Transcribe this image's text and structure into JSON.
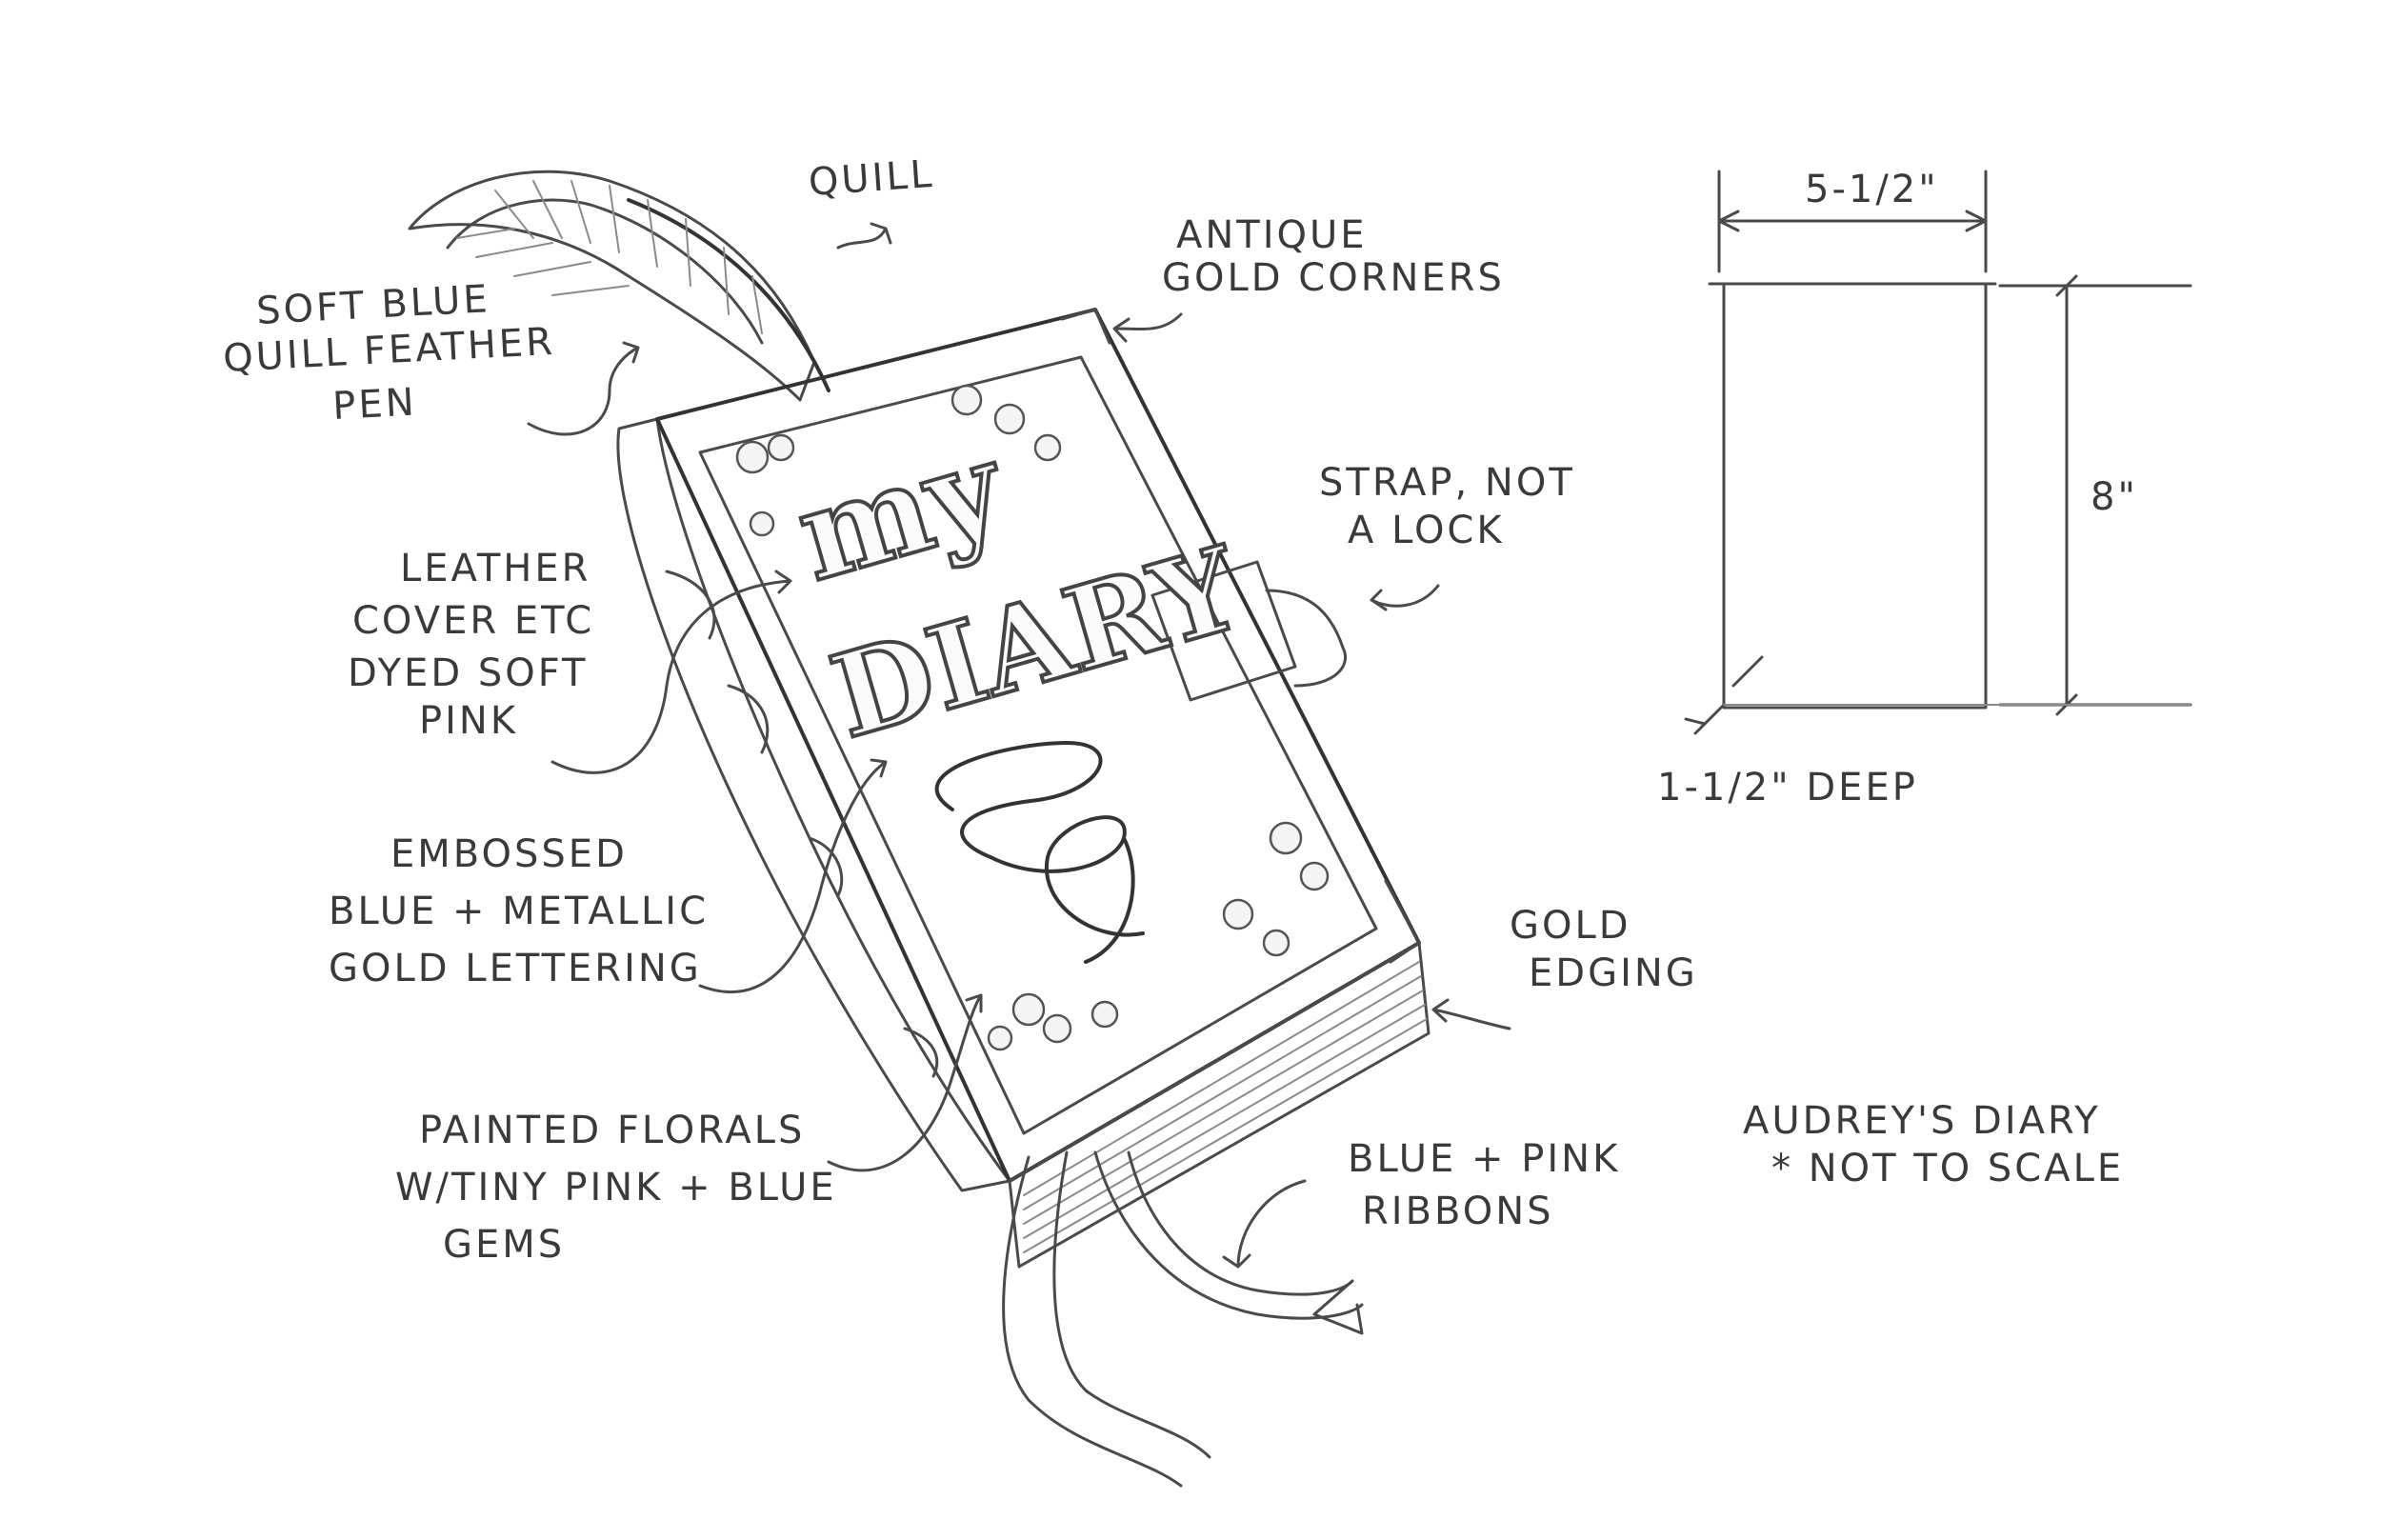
{
  "cover": {
    "line1": "my",
    "line2": "DIARY"
  },
  "labels": {
    "quill": "Quill",
    "antique_corners_1": "Antique",
    "antique_corners_2": "Gold Corners",
    "soft_blue_1": "Soft Blue",
    "soft_blue_2": "Quill Feather",
    "soft_blue_3": "Pen",
    "strap_1": "Strap, Not",
    "strap_2": "a Lock",
    "leather_1": "Leather",
    "leather_2": "Cover etc",
    "leather_3": "Dyed Soft",
    "leather_4": "Pink",
    "embossed_1": "Embossed",
    "embossed_2": "Blue + Metallic",
    "embossed_3": "Gold Lettering",
    "gold_edging_1": "Gold",
    "gold_edging_2": "Edging",
    "florals_1": "Painted Florals",
    "florals_2": "w/Tiny Pink + Blue",
    "florals_3": "Gems",
    "ribbons_1": "Blue + Pink",
    "ribbons_2": "Ribbons"
  },
  "dimensions": {
    "width": "5-1/2\"",
    "height": "8\"",
    "depth": "1-1/2\" Deep"
  },
  "caption": {
    "title": "Audrey's Diary",
    "note": "* Not To Scale"
  }
}
